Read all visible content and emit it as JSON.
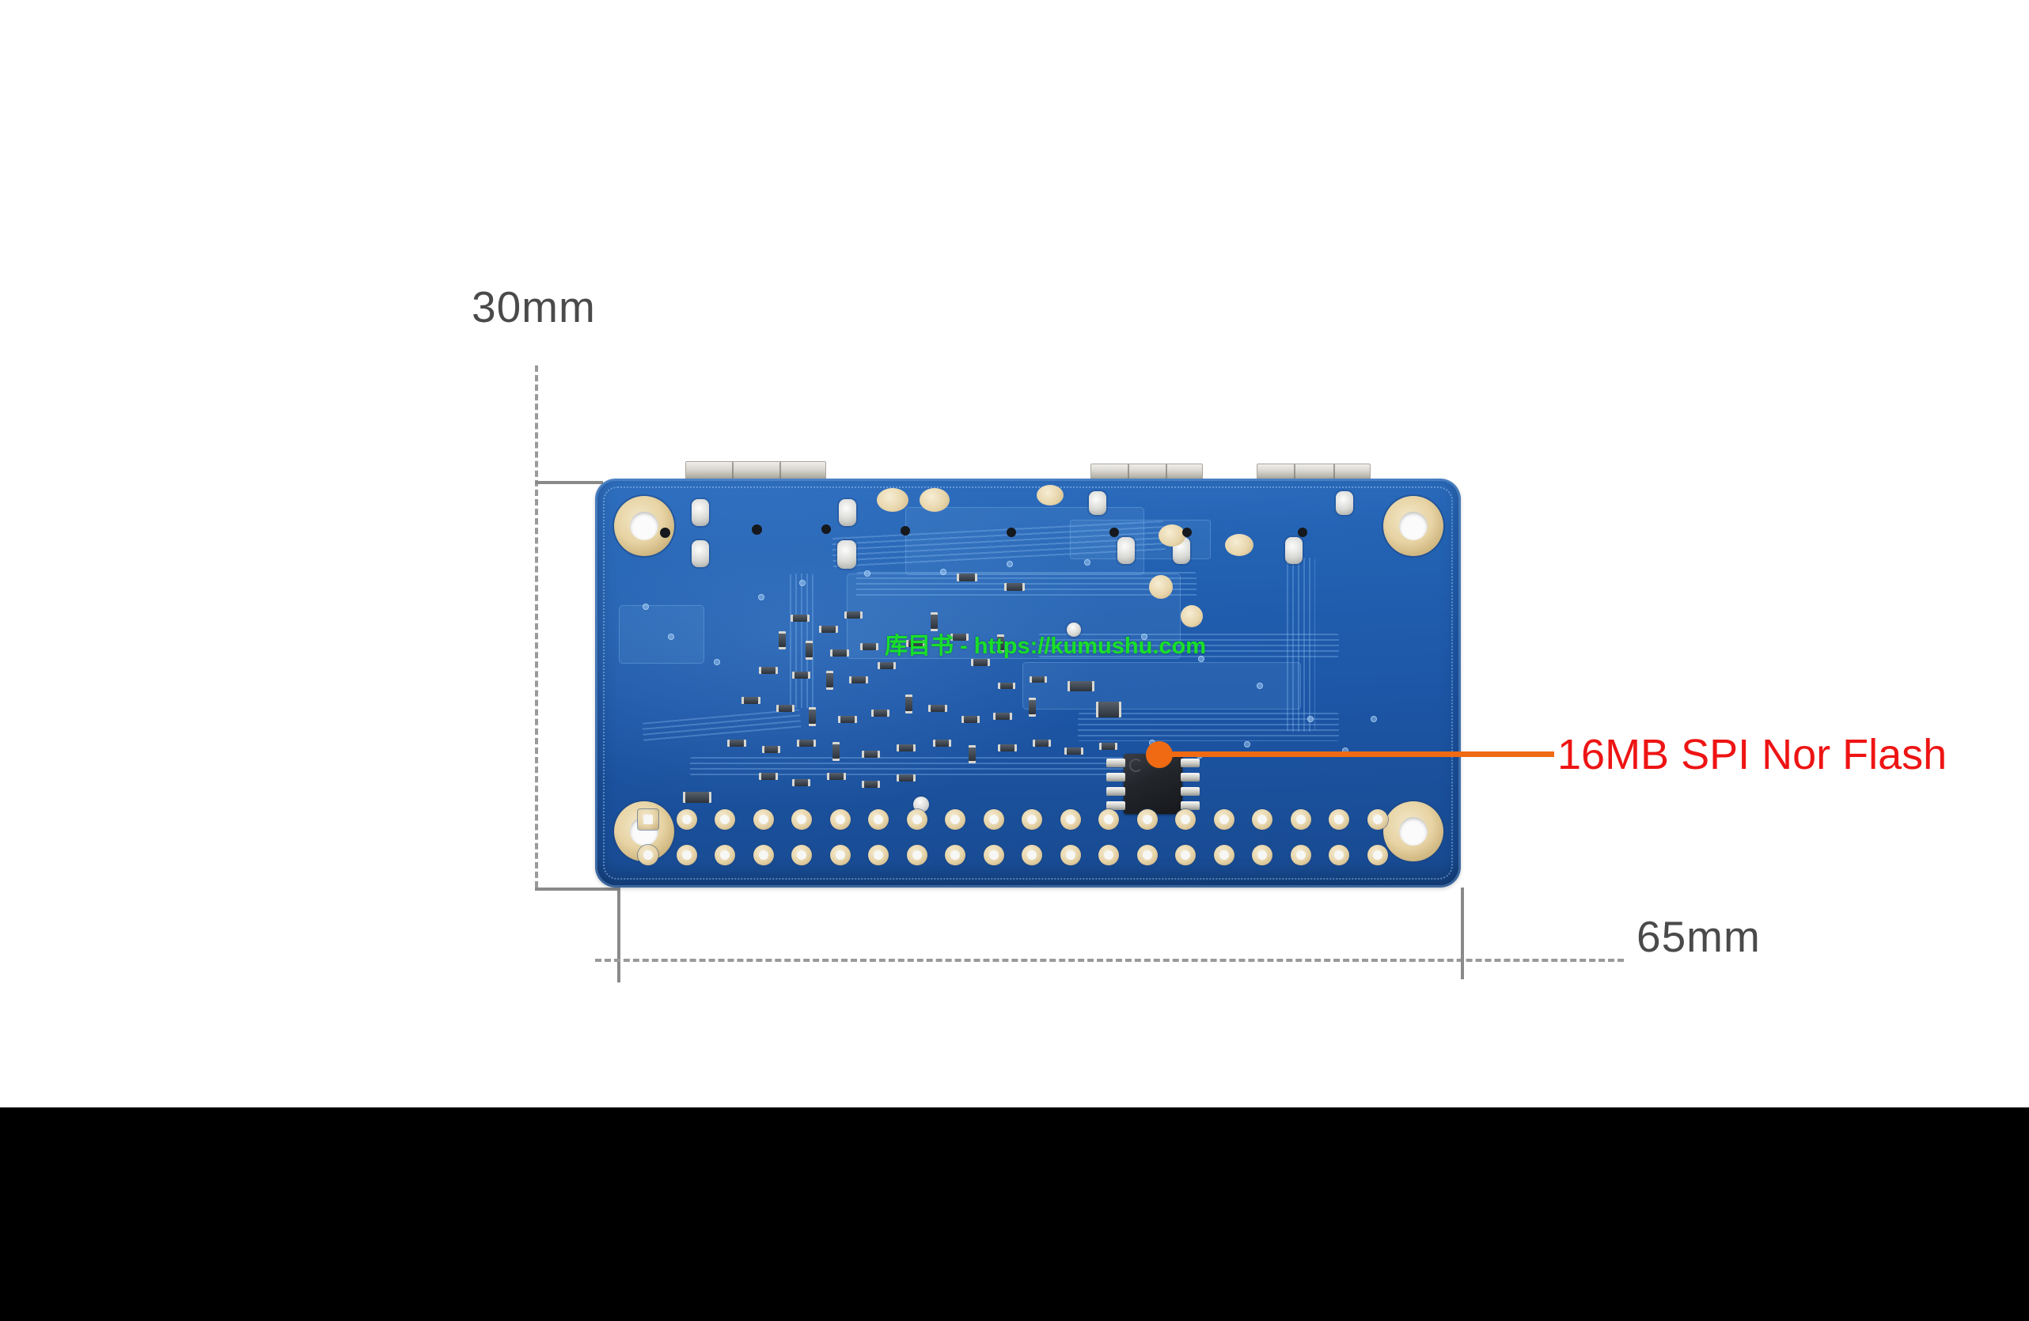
{
  "image": {
    "background_color": "#ffffff",
    "letterbox_color": "#000000"
  },
  "dimensions": {
    "height_label": "30mm",
    "width_label": "65mm",
    "line_color": "#9a9a9a",
    "text_color": "#4a4a4a"
  },
  "callout": {
    "label": "16MB SPI Nor Flash",
    "text_color": "#ee1414",
    "leader_color": "#ef6a12",
    "marker_shape": "dot"
  },
  "watermark": {
    "text": "库目书 - https://kumushu.com",
    "color": "#18e02a"
  },
  "board": {
    "name": "pcb-bottom-side",
    "solder_mask_color": "#1d56a6",
    "pad_color": "#e6d4a9",
    "mount_hole_count": 4,
    "header_rows": 2,
    "header_pins_per_row": 20,
    "connectors": [
      {
        "name": "hdmi-connector",
        "shield_color": "#d6d4cd"
      },
      {
        "name": "usb-connector-1",
        "shield_color": "#d6d4cd"
      },
      {
        "name": "usb-connector-2",
        "shield_color": "#d6d4cd"
      }
    ],
    "chips": [
      {
        "name": "spi-nor-flash",
        "package": "SOIC-8",
        "body_color": "#16181c"
      }
    ]
  }
}
